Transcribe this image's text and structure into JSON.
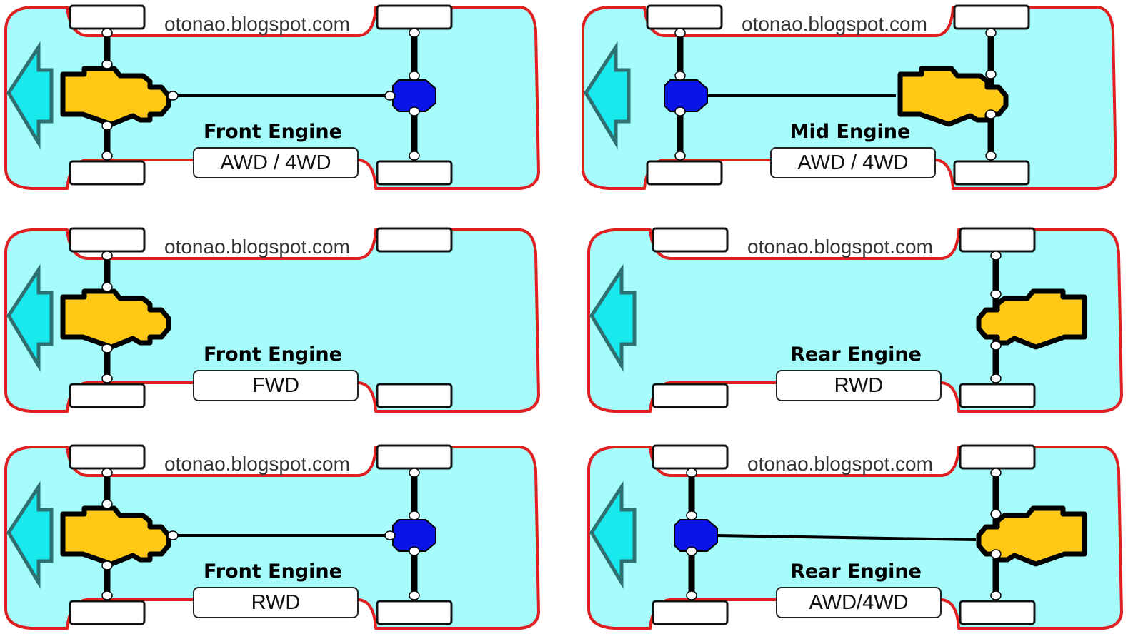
{
  "panels": [
    {
      "watermark": "otonao.blogspot.com",
      "engine": "Front Engine",
      "drive": "AWD / 4WD",
      "engine_position": "front",
      "driven_axles": [
        "front",
        "rear"
      ],
      "has_differential_unit": true
    },
    {
      "watermark": "otonao.blogspot.com",
      "engine": "Mid Engine",
      "drive": "AWD / 4WD",
      "engine_position": "mid",
      "driven_axles": [
        "front",
        "rear"
      ],
      "has_differential_unit": true
    },
    {
      "watermark": "otonao.blogspot.com",
      "engine": "Front Engine",
      "drive": "FWD",
      "engine_position": "front",
      "driven_axles": [
        "front"
      ],
      "has_differential_unit": false
    },
    {
      "watermark": "otonao.blogspot.com",
      "engine": "Rear Engine",
      "drive": "RWD",
      "engine_position": "rear",
      "driven_axles": [
        "rear"
      ],
      "has_differential_unit": false
    },
    {
      "watermark": "otonao.blogspot.com",
      "engine": "Front Engine",
      "drive": "RWD",
      "engine_position": "front",
      "driven_axles": [
        "front",
        "rear"
      ],
      "has_differential_unit": true
    },
    {
      "watermark": "otonao.blogspot.com",
      "engine": "Rear Engine",
      "drive": "AWD/4WD",
      "engine_position": "rear",
      "driven_axles": [
        "front",
        "rear"
      ],
      "has_differential_unit": true
    }
  ],
  "colors": {
    "body_fill": "#a6fbfb",
    "body_outline": "#e02020",
    "arrow_fill": "#19e8ec",
    "arrow_stroke": "#2e6f70",
    "engine_fill": "#ffc814",
    "differential_fill": "#0a14e6",
    "shaft": "#000000",
    "wheel_fill": "#ffffff"
  }
}
